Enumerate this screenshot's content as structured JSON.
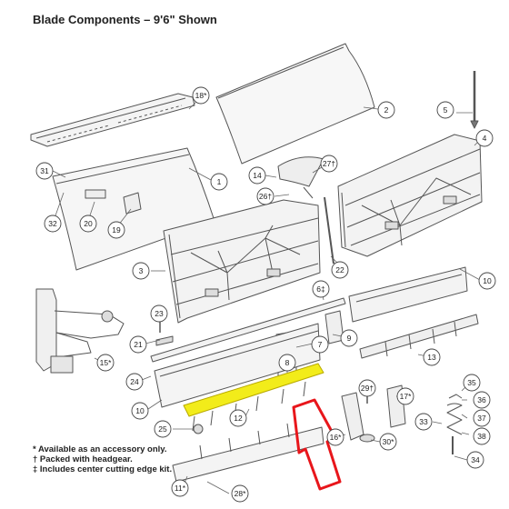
{
  "title": "Blade Components – 9'6\" Shown",
  "notes": [
    "* Available as an accessory only.",
    "† Packed with headgear.",
    "‡ Includes center cutting edge kit."
  ],
  "callouts": {
    "c1": "1",
    "c2": "2",
    "c3": "3",
    "c4": "4",
    "c5": "5",
    "c6": "6‡",
    "c7": "7",
    "c8": "8",
    "c9": "9",
    "c10a": "10",
    "c10b": "10",
    "c11": "11*",
    "c12": "12",
    "c13": "13",
    "c14": "14",
    "c15": "15*",
    "c16": "16*",
    "c17": "17*",
    "c18": "18*",
    "c19": "19",
    "c20": "20",
    "c21": "21",
    "c22": "22",
    "c23": "23",
    "c24": "24",
    "c25": "25",
    "c26": "26†",
    "c27": "27†",
    "c28": "28*",
    "c29": "29†",
    "c30": "30*",
    "c31": "31",
    "c32": "32",
    "c33": "33",
    "c34": "34",
    "c35": "35",
    "c36": "36",
    "c37": "37",
    "c38": "38"
  },
  "colors": {
    "highlight": "#f2ec1a",
    "arrow": "#e8161b",
    "line": "#555555"
  },
  "icons": {
    "pointer": "red-arrow-icon"
  }
}
